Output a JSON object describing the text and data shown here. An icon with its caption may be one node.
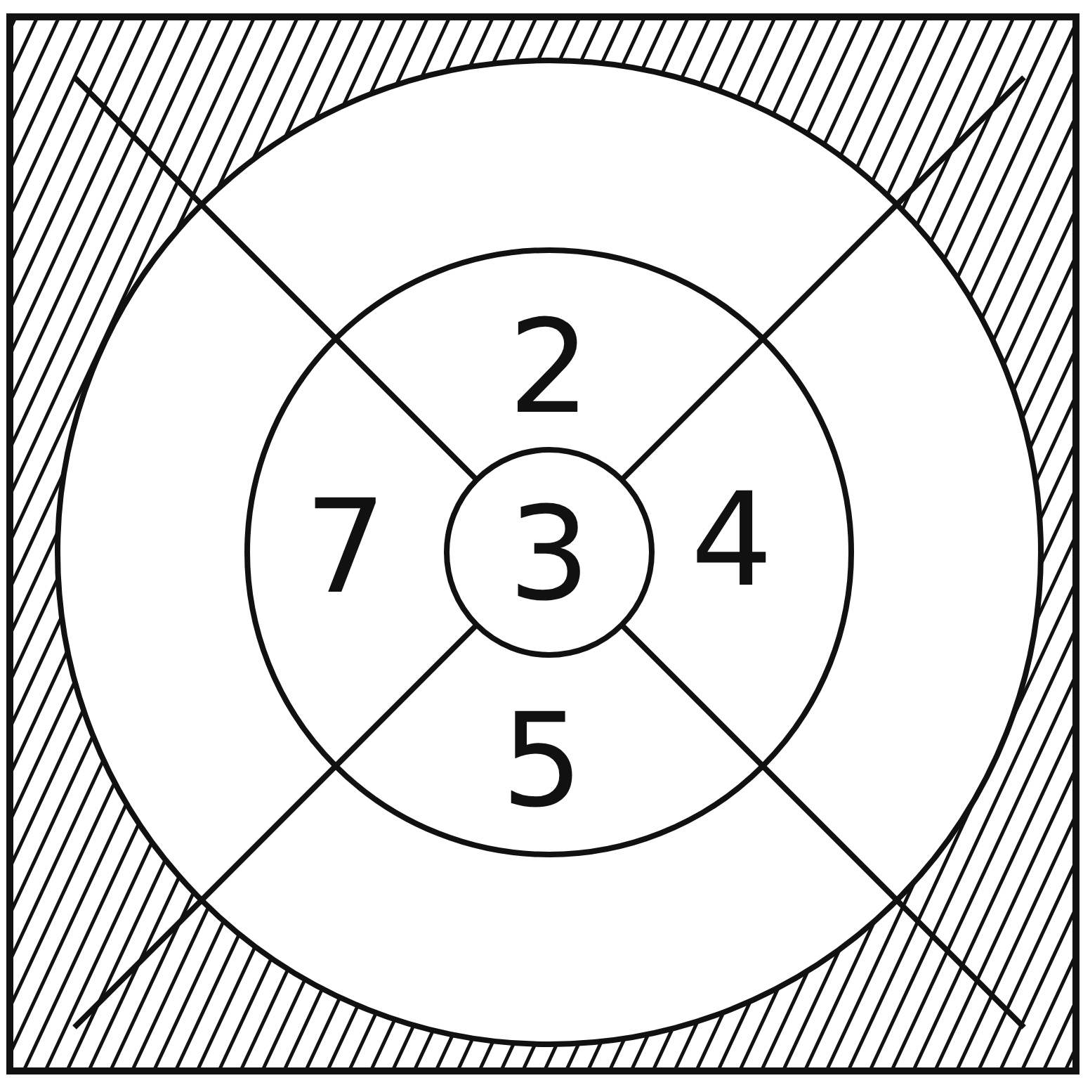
{
  "diagram": {
    "labels": [
      "2",
      "7",
      "3",
      "4",
      "5"
    ]
  }
}
